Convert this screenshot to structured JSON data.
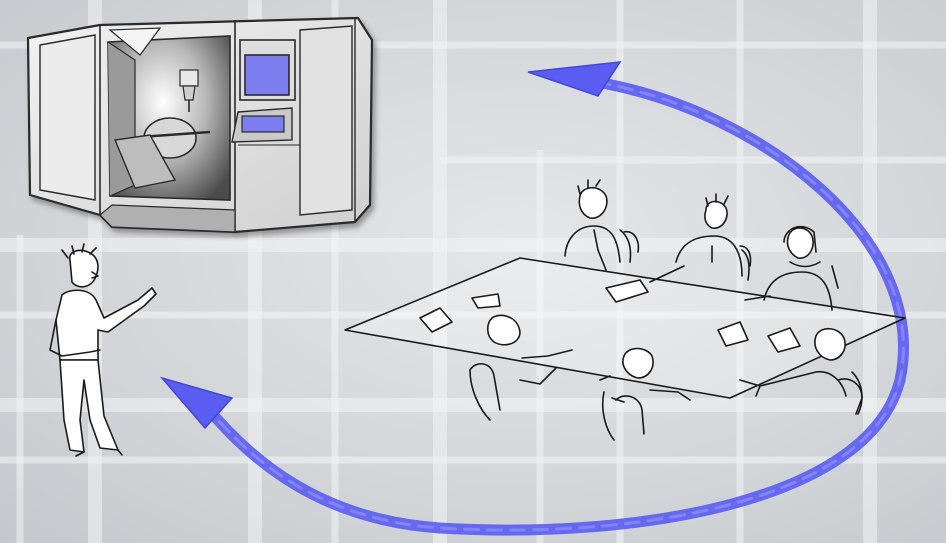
{
  "scene": {
    "description_icon_names": [
      "cnc-machine-icon",
      "presenter-figure",
      "meeting-table",
      "feedback-loop-arrow"
    ],
    "colors": {
      "background": "#d3d6d9",
      "grid": "#f3f4f5",
      "arrow": "#5a5cf2",
      "machine_body": "#dcdcdc",
      "machine_screen": "#7b7ef0",
      "ink": "#1a1a1a"
    }
  }
}
